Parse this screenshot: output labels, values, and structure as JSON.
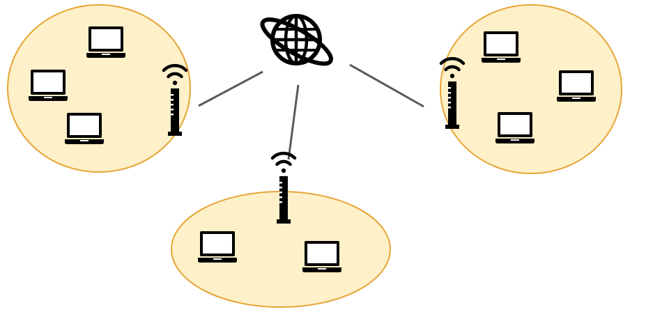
{
  "diagram": {
    "colors": {
      "cell_fill": "#FEF0C8",
      "cell_stroke": "#E6A434",
      "link_stroke": "#595959",
      "icon": "#000000",
      "laptop_screen": "#ffffff",
      "background": "#ffffff"
    },
    "nodes": {
      "internet": {
        "icon": "globe-icon"
      },
      "access_points": [
        {
          "id": "ap-left",
          "icon": "wireless-access-point-icon"
        },
        {
          "id": "ap-right",
          "icon": "wireless-access-point-icon"
        },
        {
          "id": "ap-bottom",
          "icon": "wireless-access-point-icon"
        }
      ],
      "cells": [
        {
          "id": "cell-left",
          "laptops": 3
        },
        {
          "id": "cell-right",
          "laptops": 3
        },
        {
          "id": "cell-bottom",
          "laptops": 2
        }
      ]
    },
    "links": [
      {
        "from": "internet",
        "to": "ap-left"
      },
      {
        "from": "internet",
        "to": "ap-bottom"
      },
      {
        "from": "internet",
        "to": "ap-right"
      }
    ]
  }
}
